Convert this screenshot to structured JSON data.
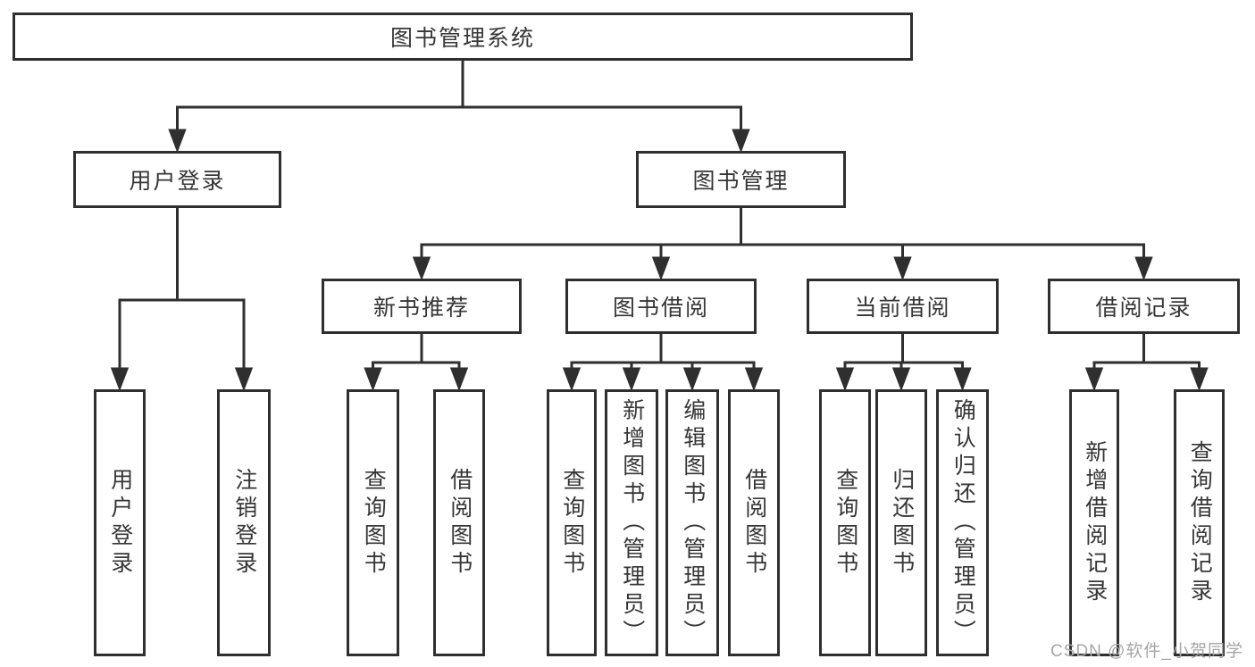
{
  "tree": {
    "root": {
      "label": "图书管理系统"
    },
    "branches": [
      {
        "label": "用户登录",
        "children": [
          {
            "label": "用户登录"
          },
          {
            "label": "注销登录"
          }
        ]
      },
      {
        "label": "图书管理",
        "children": [
          {
            "label": "新书推荐",
            "children": [
              {
                "label": "查询图书"
              },
              {
                "label": "借阅图书"
              }
            ]
          },
          {
            "label": "图书借阅",
            "children": [
              {
                "label": "查询图书"
              },
              {
                "label": "新增图书（管理员）"
              },
              {
                "label": "编辑图书（管理员）"
              },
              {
                "label": "借阅图书"
              }
            ]
          },
          {
            "label": "当前借阅",
            "children": [
              {
                "label": "查询图书"
              },
              {
                "label": "归还图书"
              },
              {
                "label": "确认归还（管理员）"
              }
            ]
          },
          {
            "label": "借阅记录",
            "children": [
              {
                "label": "新增借阅记录"
              },
              {
                "label": "查询借阅记录"
              }
            ]
          }
        ]
      }
    ]
  },
  "watermark": {
    "text": "CSDN @软件_小贺同学"
  },
  "colors": {
    "line": "#2f2f2f",
    "text": "#363636",
    "watermark": "#a6a6a6",
    "background": "#ffffff"
  }
}
